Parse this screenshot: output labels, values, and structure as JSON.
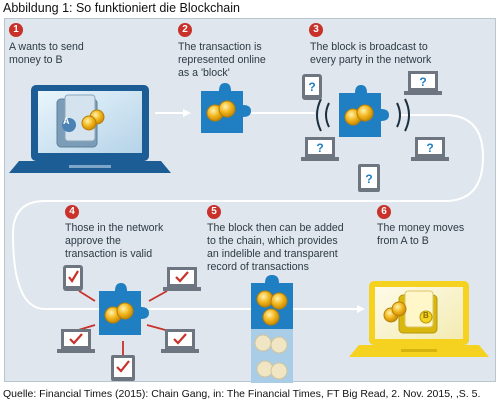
{
  "figure_title": "Abbildung 1: So funktioniert die Blockchain",
  "steps": [
    {
      "number": "1",
      "lines": [
        "A wants to send",
        "money to B"
      ]
    },
    {
      "number": "2",
      "lines": [
        "The transaction is",
        "represented online",
        "as a 'block'"
      ]
    },
    {
      "number": "3",
      "lines": [
        "The block is broadcast to",
        "every party in the network"
      ]
    },
    {
      "number": "4",
      "lines": [
        "Those in the network",
        "approve the",
        "transaction is valid"
      ]
    },
    {
      "number": "5",
      "lines": [
        "The block then can be added",
        "to the chain, which provides",
        "an indelible and transparent",
        "record of transactions"
      ]
    },
    {
      "number": "6",
      "lines": [
        "The money moves",
        "from A to B"
      ]
    }
  ],
  "wallet_a_letter": "A",
  "wallet_b_letter": "B",
  "caption": "Quelle: Financial Times (2015): Chain Gang, in: The Financial Times, FT Big Read, 2. Nov. 2015, ,S. 5.",
  "colors": {
    "accent_red": "#c8322a",
    "block_blue": "#1f7fc2",
    "coin_gold": "#f2b61d",
    "laptop_blue": "#1c5d95",
    "wallet_b_yellow": "#f5d21f",
    "panel_bg": "#dfe6ed",
    "flow_line": "#ffffff"
  }
}
